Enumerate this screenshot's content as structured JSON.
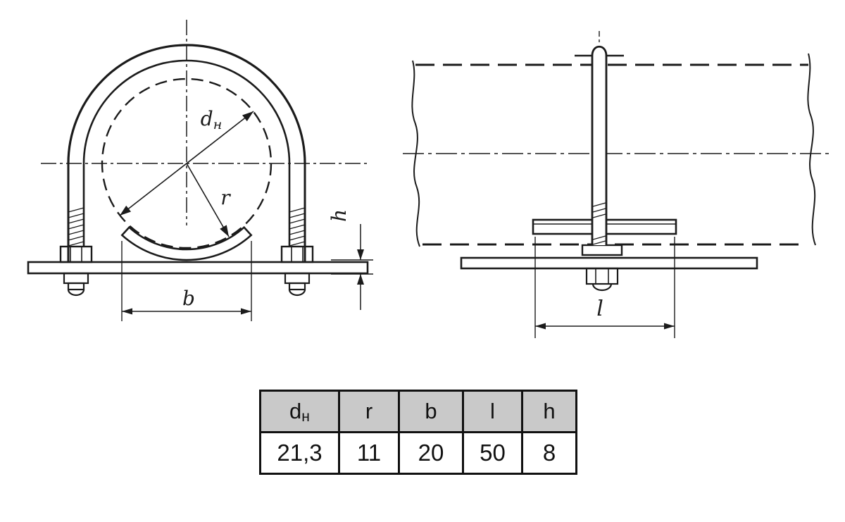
{
  "drawing": {
    "front_view": {
      "diameter_label": {
        "text": "d",
        "sub": "н"
      },
      "radius_label": "r",
      "width_label": "b",
      "height_label": "h"
    },
    "side_view": {
      "length_label": "l"
    }
  },
  "table": {
    "header_bg": "#c9c9c9",
    "headers": [
      {
        "text": "d",
        "sub": "н"
      },
      {
        "text": "r",
        "sub": ""
      },
      {
        "text": "b",
        "sub": ""
      },
      {
        "text": "l",
        "sub": ""
      },
      {
        "text": "h",
        "sub": ""
      }
    ],
    "values": [
      "21,3",
      "11",
      "20",
      "50",
      "8"
    ]
  }
}
